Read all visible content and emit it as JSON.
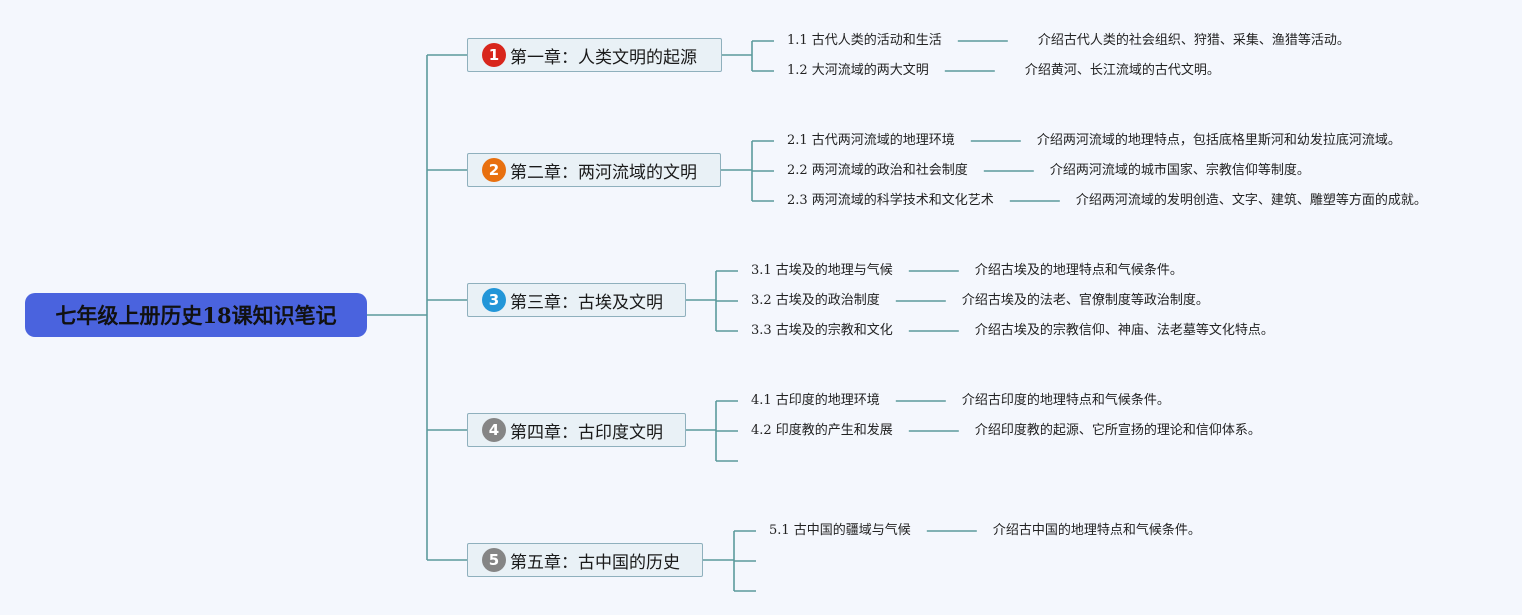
{
  "root": {
    "title": "七年级上册历史18课知识笔记"
  },
  "chapters": [
    {
      "num": "1",
      "color": "#d8261c",
      "title": "第一章：人类文明的起源",
      "sections": [
        {
          "title": "1.1 古代人类的活动和生活",
          "desc": "介绍古代人类的社会组织、狩猎、采集、渔猎等活动。"
        },
        {
          "title": "1.2 大河流域的两大文明",
          "desc": "介绍黄河、长江流域的古代文明。"
        }
      ]
    },
    {
      "num": "2",
      "color": "#e8700f",
      "title": "第二章：两河流域的文明",
      "sections": [
        {
          "title": "2.1 古代两河流域的地理环境",
          "desc": "介绍两河流域的地理特点，包括底格里斯河和幼发拉底河流域。"
        },
        {
          "title": "2.2 两河流域的政治和社会制度",
          "desc": "介绍两河流域的城市国家、宗教信仰等制度。"
        },
        {
          "title": "2.3 两河流域的科学技术和文化艺术",
          "desc": "介绍两河流域的发明创造、文字、建筑、雕塑等方面的成就。"
        }
      ]
    },
    {
      "num": "3",
      "color": "#2396d8",
      "title": "第三章：古埃及文明",
      "sections": [
        {
          "title": "3.1 古埃及的地理与气候",
          "desc": "介绍古埃及的地理特点和气候条件。"
        },
        {
          "title": "3.2 古埃及的政治制度",
          "desc": "介绍古埃及的法老、官僚制度等政治制度。"
        },
        {
          "title": "3.3 古埃及的宗教和文化",
          "desc": "介绍古埃及的宗教信仰、神庙、法老墓等文化特点。"
        }
      ]
    },
    {
      "num": "4",
      "color": "#858585",
      "title": "第四章：古印度文明",
      "sections": [
        {
          "title": "4.1 古印度的地理环境",
          "desc": "介绍古印度的地理特点和气候条件。"
        },
        {
          "title": "4.2 印度教的产生和发展",
          "desc": "介绍印度教的起源、它所宣扬的理论和信仰体系。"
        },
        {
          "title": "",
          "desc": ""
        }
      ]
    },
    {
      "num": "5",
      "color": "#858585",
      "title": "第五章：古中国的历史",
      "sections": [
        {
          "title": "5.1 古中国的疆域与气候",
          "desc": "介绍古中国的地理特点和气候条件。"
        },
        {
          "title": "",
          "desc": ""
        },
        {
          "title": "",
          "desc": ""
        }
      ]
    }
  ]
}
